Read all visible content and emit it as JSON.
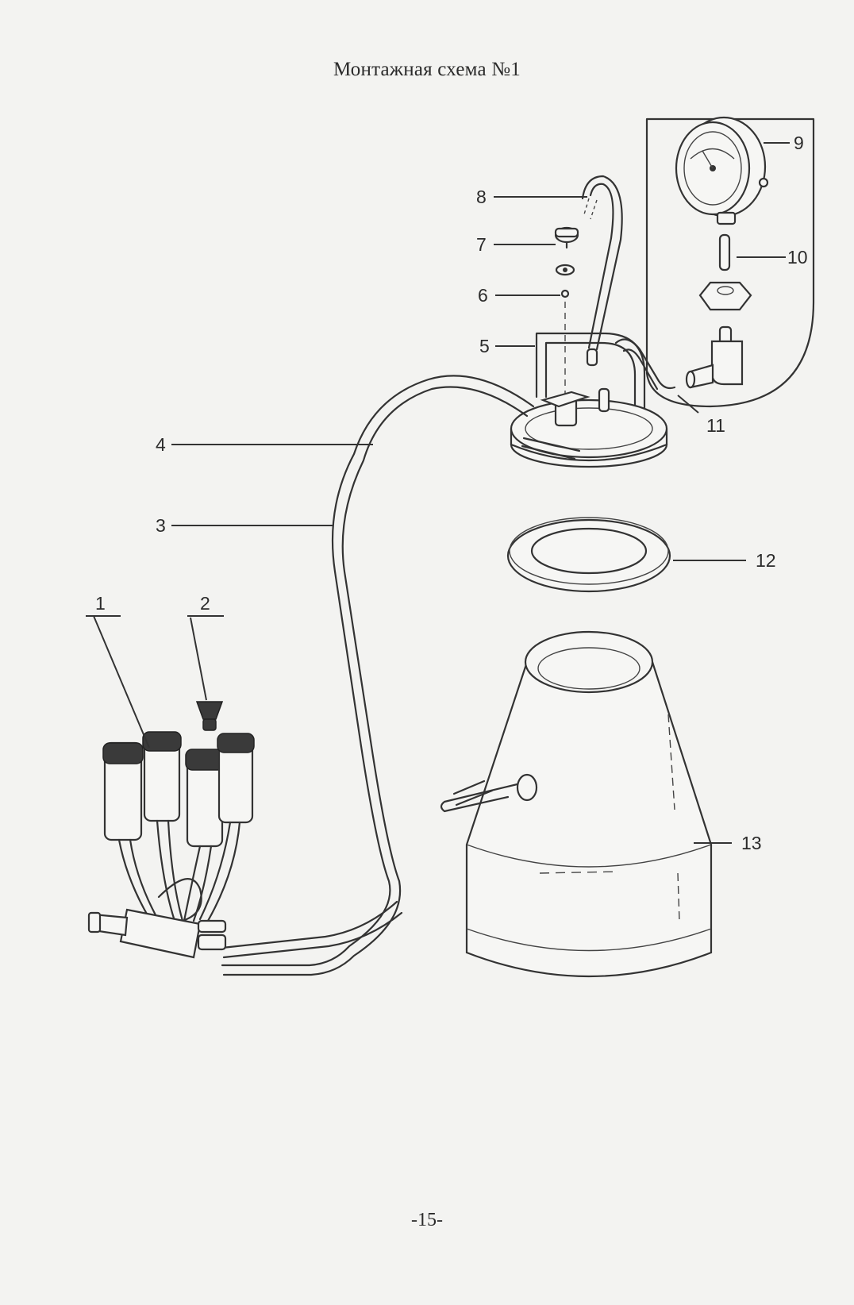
{
  "document": {
    "title": "Монтажная схема №1",
    "page_number": "-15-"
  },
  "callouts": [
    "1",
    "2",
    "3",
    "4",
    "5",
    "6",
    "7",
    "8",
    "9",
    "10",
    "11",
    "12",
    "13"
  ]
}
